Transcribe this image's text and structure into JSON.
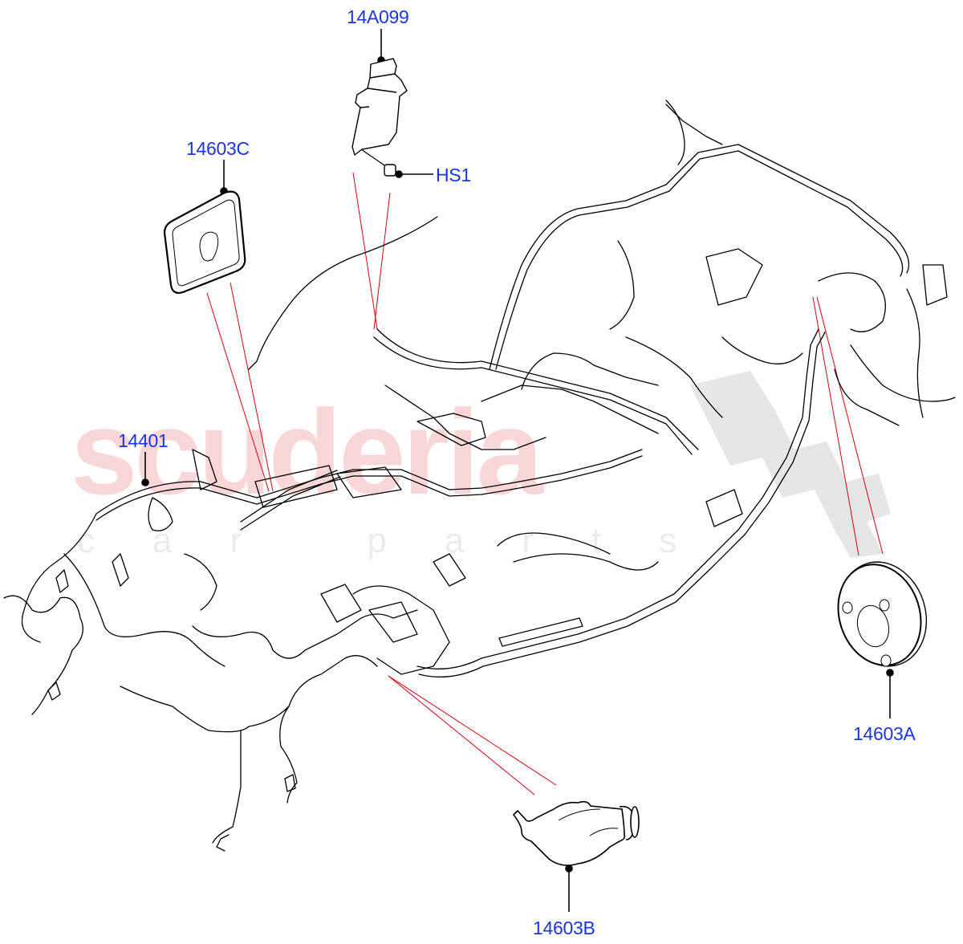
{
  "diagram": {
    "type": "exploded-parts-diagram",
    "subject": "wiring harness assembly",
    "watermark": {
      "main_text": "scuderia",
      "sub_text": "car parts"
    },
    "colors": {
      "label": "#1a35e6",
      "line_art": "#000000",
      "leader_red": "#d9000d",
      "watermark_red": "#f9d6d8",
      "watermark_grey": "#e4e4e4"
    },
    "callouts": [
      {
        "id": "14A099",
        "label": "14A099",
        "part": "module bracket"
      },
      {
        "id": "HS1",
        "label": "HS1",
        "part": "bolt"
      },
      {
        "id": "14603C",
        "label": "14603C",
        "part": "grommet pad"
      },
      {
        "id": "14401",
        "label": "14401",
        "part": "main wiring harness"
      },
      {
        "id": "14603A",
        "label": "14603A",
        "part": "round grommet"
      },
      {
        "id": "14603B",
        "label": "14603B",
        "part": "boot grommet"
      }
    ]
  }
}
